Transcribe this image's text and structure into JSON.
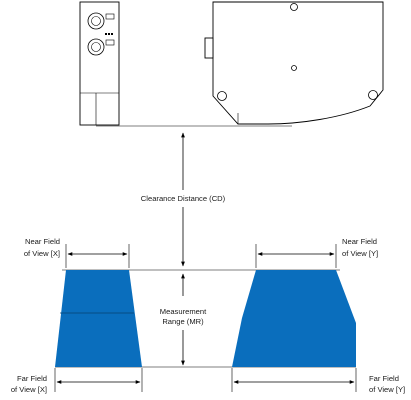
{
  "labels": {
    "clearance_distance": "Clearance Distance (CD)",
    "measurement_range_line1": "Measurement",
    "measurement_range_line2": "Range (MR)",
    "near_fov_x_line1": "Near Field",
    "near_fov_x_line2": "of View [X]",
    "near_fov_y_line1": "Near Field",
    "near_fov_y_line2": "of View [Y]",
    "far_fov_x_line1": "Far Field",
    "far_fov_x_line2": "of View [X]",
    "far_fov_y_line1": "Far Field",
    "far_fov_y_line2": "of View [Y]"
  },
  "colors": {
    "field_fill": "#0a6ebd",
    "line": "#000000",
    "background": "#ffffff"
  }
}
